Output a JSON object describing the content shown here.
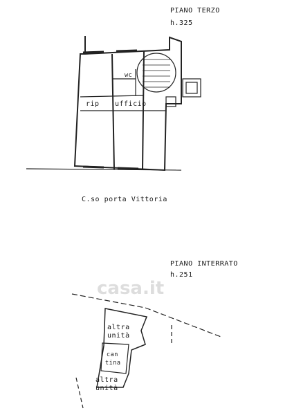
{
  "third_floor": {
    "title": "PIANO TERZO",
    "height": "h.325",
    "rooms": {
      "wc": "wc",
      "rip": "rip",
      "ufficio": "ufficio"
    },
    "street": "C.so porta Vittoria"
  },
  "basement": {
    "title": "PIANO INTERRATO",
    "height": "h.251",
    "rooms": {
      "altra_top_1": "altra",
      "altra_top_2": "unità",
      "cantina_1": "can",
      "cantina_2": "tina",
      "altra_bottom_1": "altra",
      "altra_bottom_2": "unità"
    }
  },
  "watermark": "casa.it"
}
